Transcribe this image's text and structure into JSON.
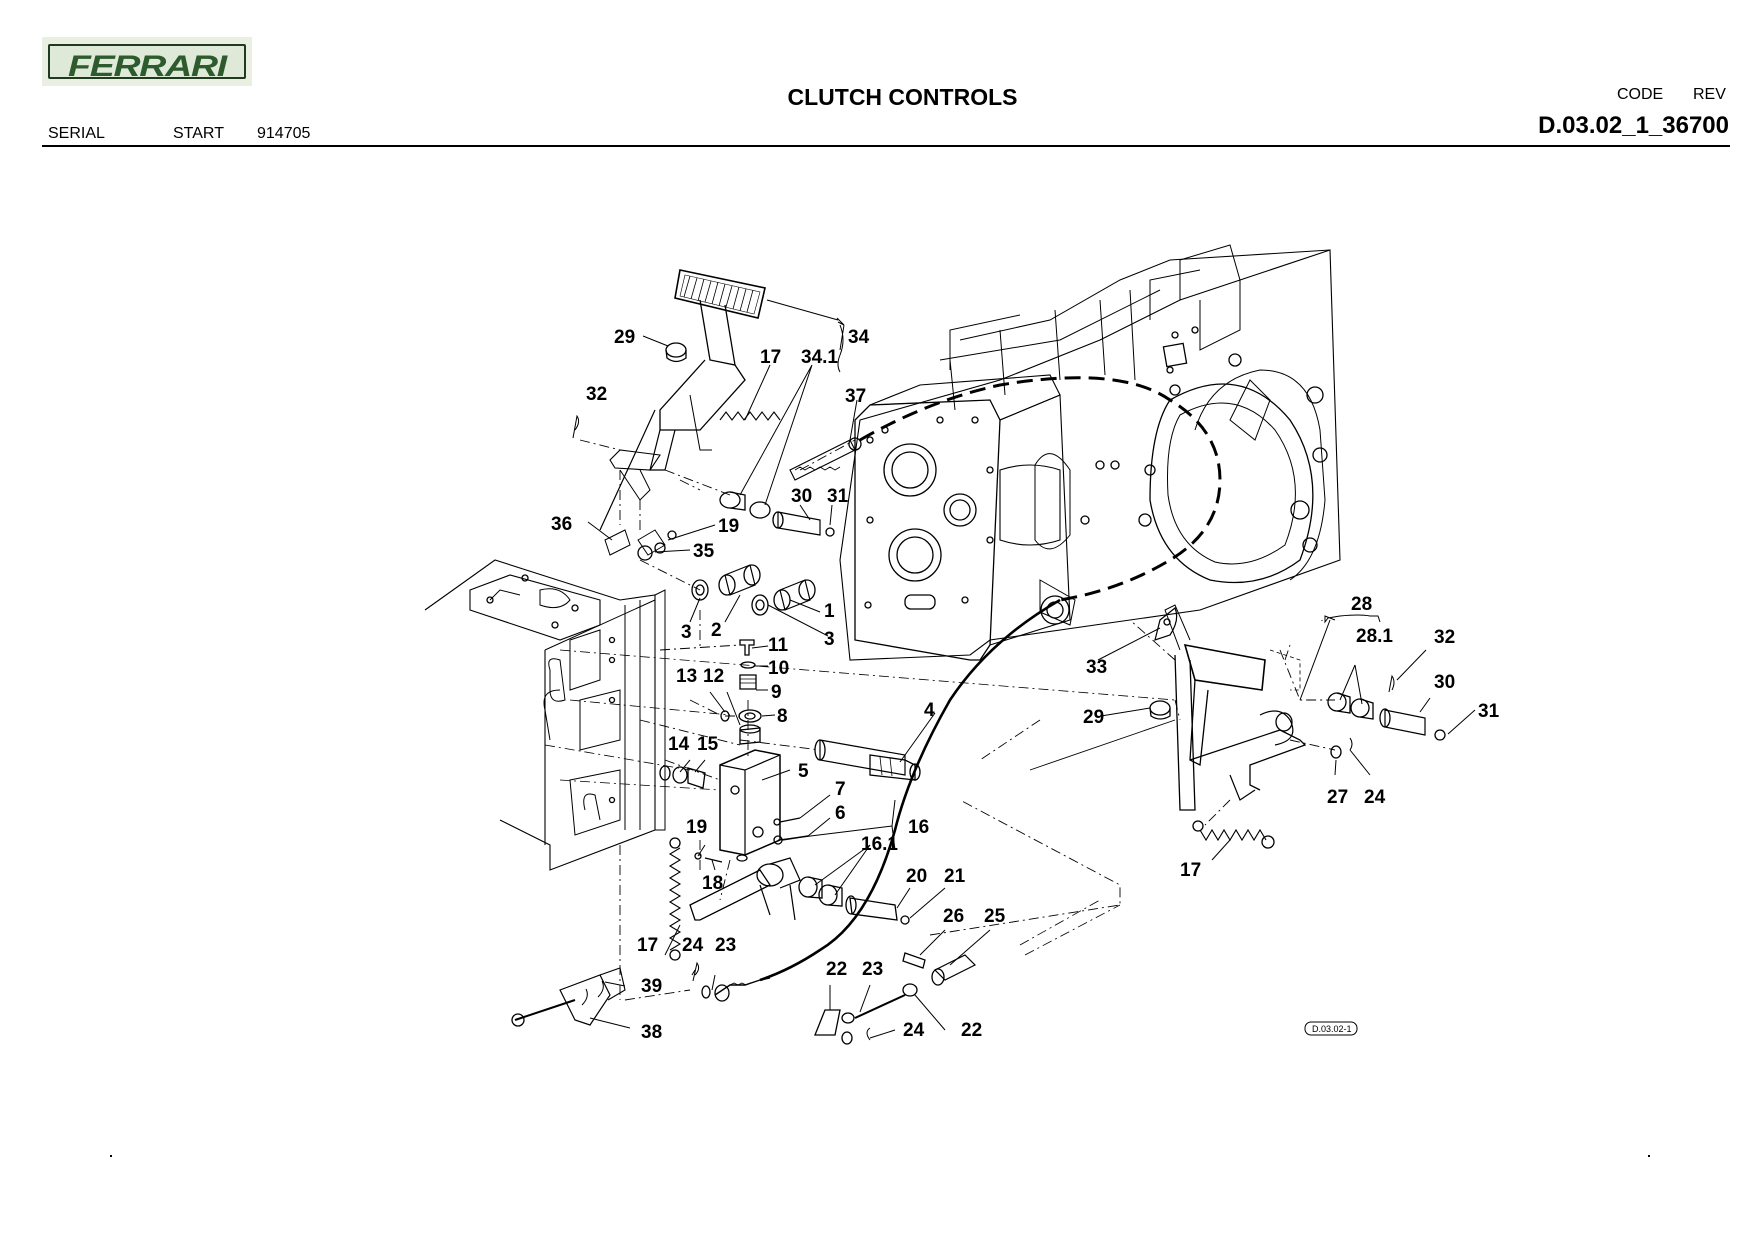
{
  "header": {
    "logo_text": "FERRARI",
    "title": "CLUTCH CONTROLS",
    "code_label": "CODE",
    "rev_label": "REV",
    "code_value": "D.03.02_1_36700",
    "serial_label": "SERIAL",
    "start_label": "START",
    "start_value": "914705"
  },
  "diagram": {
    "reference": "D.03.02-1",
    "callouts": [
      {
        "id": "c29a",
        "text": "29"
      },
      {
        "id": "c34",
        "text": "34"
      },
      {
        "id": "c17a",
        "text": "17"
      },
      {
        "id": "c341",
        "text": "34.1"
      },
      {
        "id": "c32a",
        "text": "32"
      },
      {
        "id": "c37",
        "text": "37"
      },
      {
        "id": "c30a",
        "text": "30"
      },
      {
        "id": "c31a",
        "text": "31"
      },
      {
        "id": "c36",
        "text": "36"
      },
      {
        "id": "c19a",
        "text": "19"
      },
      {
        "id": "c35",
        "text": "35"
      },
      {
        "id": "c3a",
        "text": "3"
      },
      {
        "id": "c2",
        "text": "2"
      },
      {
        "id": "c1",
        "text": "1"
      },
      {
        "id": "c3b",
        "text": "3"
      },
      {
        "id": "c11",
        "text": "11"
      },
      {
        "id": "c10",
        "text": "10"
      },
      {
        "id": "c9",
        "text": "9"
      },
      {
        "id": "c13",
        "text": "13"
      },
      {
        "id": "c12",
        "text": "12"
      },
      {
        "id": "c8",
        "text": "8"
      },
      {
        "id": "c4",
        "text": "4"
      },
      {
        "id": "c14",
        "text": "14"
      },
      {
        "id": "c15",
        "text": "15"
      },
      {
        "id": "c5",
        "text": "5"
      },
      {
        "id": "c7",
        "text": "7"
      },
      {
        "id": "c6",
        "text": "6"
      },
      {
        "id": "c16",
        "text": "16"
      },
      {
        "id": "c161",
        "text": "16.1"
      },
      {
        "id": "c19b",
        "text": "19"
      },
      {
        "id": "c18",
        "text": "18"
      },
      {
        "id": "c20",
        "text": "20"
      },
      {
        "id": "c21",
        "text": "21"
      },
      {
        "id": "c17b",
        "text": "17"
      },
      {
        "id": "c24a",
        "text": "24"
      },
      {
        "id": "c23a",
        "text": "23"
      },
      {
        "id": "c26",
        "text": "26"
      },
      {
        "id": "c25",
        "text": "25"
      },
      {
        "id": "c39",
        "text": "39"
      },
      {
        "id": "c38",
        "text": "38"
      },
      {
        "id": "c22a",
        "text": "22"
      },
      {
        "id": "c23b",
        "text": "23"
      },
      {
        "id": "c24b",
        "text": "24"
      },
      {
        "id": "c22b",
        "text": "22"
      },
      {
        "id": "c28",
        "text": "28"
      },
      {
        "id": "c281",
        "text": "28.1"
      },
      {
        "id": "c32b",
        "text": "32"
      },
      {
        "id": "c33",
        "text": "33"
      },
      {
        "id": "c30b",
        "text": "30"
      },
      {
        "id": "c29b",
        "text": "29"
      },
      {
        "id": "c31b",
        "text": "31"
      },
      {
        "id": "c27",
        "text": "27"
      },
      {
        "id": "c24c",
        "text": "24"
      },
      {
        "id": "c17c",
        "text": "17"
      }
    ]
  }
}
